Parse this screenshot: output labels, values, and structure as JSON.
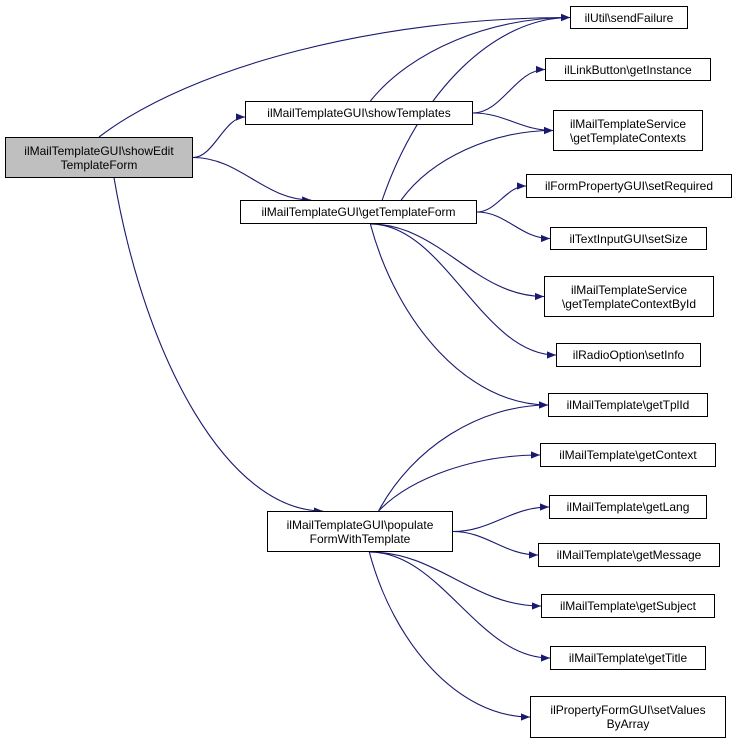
{
  "diagram": {
    "edge_color": "#191970",
    "root_fill": "#bfbfbf",
    "nodes": [
      {
        "id": "n0",
        "lines": [
          "ilMailTemplateGUI\\showEdit",
          "TemplateForm"
        ],
        "root": true
      },
      {
        "id": "n1",
        "lines": [
          "ilUtil\\sendFailure"
        ]
      },
      {
        "id": "n2",
        "lines": [
          "ilMailTemplateGUI\\showTemplates"
        ]
      },
      {
        "id": "n3",
        "lines": [
          "ilLinkButton\\getInstance"
        ]
      },
      {
        "id": "n4",
        "lines": [
          "ilMailTemplateService",
          "\\getTemplateContexts"
        ]
      },
      {
        "id": "n5",
        "lines": [
          "ilMailTemplateGUI\\getTemplateForm"
        ]
      },
      {
        "id": "n6",
        "lines": [
          "ilFormPropertyGUI\\setRequired"
        ]
      },
      {
        "id": "n7",
        "lines": [
          "ilTextInputGUI\\setSize"
        ]
      },
      {
        "id": "n8",
        "lines": [
          "ilMailTemplateService",
          "\\getTemplateContextById"
        ]
      },
      {
        "id": "n9",
        "lines": [
          "ilRadioOption\\setInfo"
        ]
      },
      {
        "id": "n10",
        "lines": [
          "ilMailTemplate\\getTplId"
        ]
      },
      {
        "id": "n11",
        "lines": [
          "ilMailTemplateGUI\\populate",
          "FormWithTemplate"
        ]
      },
      {
        "id": "n12",
        "lines": [
          "ilMailTemplate\\getContext"
        ]
      },
      {
        "id": "n13",
        "lines": [
          "ilMailTemplate\\getLang"
        ]
      },
      {
        "id": "n14",
        "lines": [
          "ilMailTemplate\\getMessage"
        ]
      },
      {
        "id": "n15",
        "lines": [
          "ilMailTemplate\\getSubject"
        ]
      },
      {
        "id": "n16",
        "lines": [
          "ilMailTemplate\\getTitle"
        ]
      },
      {
        "id": "n17",
        "lines": [
          "ilPropertyFormGUI\\setValues",
          "ByArray"
        ]
      }
    ],
    "edges": [
      [
        "n0",
        "n1"
      ],
      [
        "n0",
        "n2"
      ],
      [
        "n0",
        "n5"
      ],
      [
        "n0",
        "n11"
      ],
      [
        "n2",
        "n1"
      ],
      [
        "n2",
        "n3"
      ],
      [
        "n2",
        "n4"
      ],
      [
        "n5",
        "n1"
      ],
      [
        "n5",
        "n4"
      ],
      [
        "n5",
        "n6"
      ],
      [
        "n5",
        "n7"
      ],
      [
        "n5",
        "n8"
      ],
      [
        "n5",
        "n9"
      ],
      [
        "n5",
        "n10"
      ],
      [
        "n11",
        "n10"
      ],
      [
        "n11",
        "n12"
      ],
      [
        "n11",
        "n13"
      ],
      [
        "n11",
        "n14"
      ],
      [
        "n11",
        "n15"
      ],
      [
        "n11",
        "n16"
      ],
      [
        "n11",
        "n17"
      ]
    ]
  }
}
